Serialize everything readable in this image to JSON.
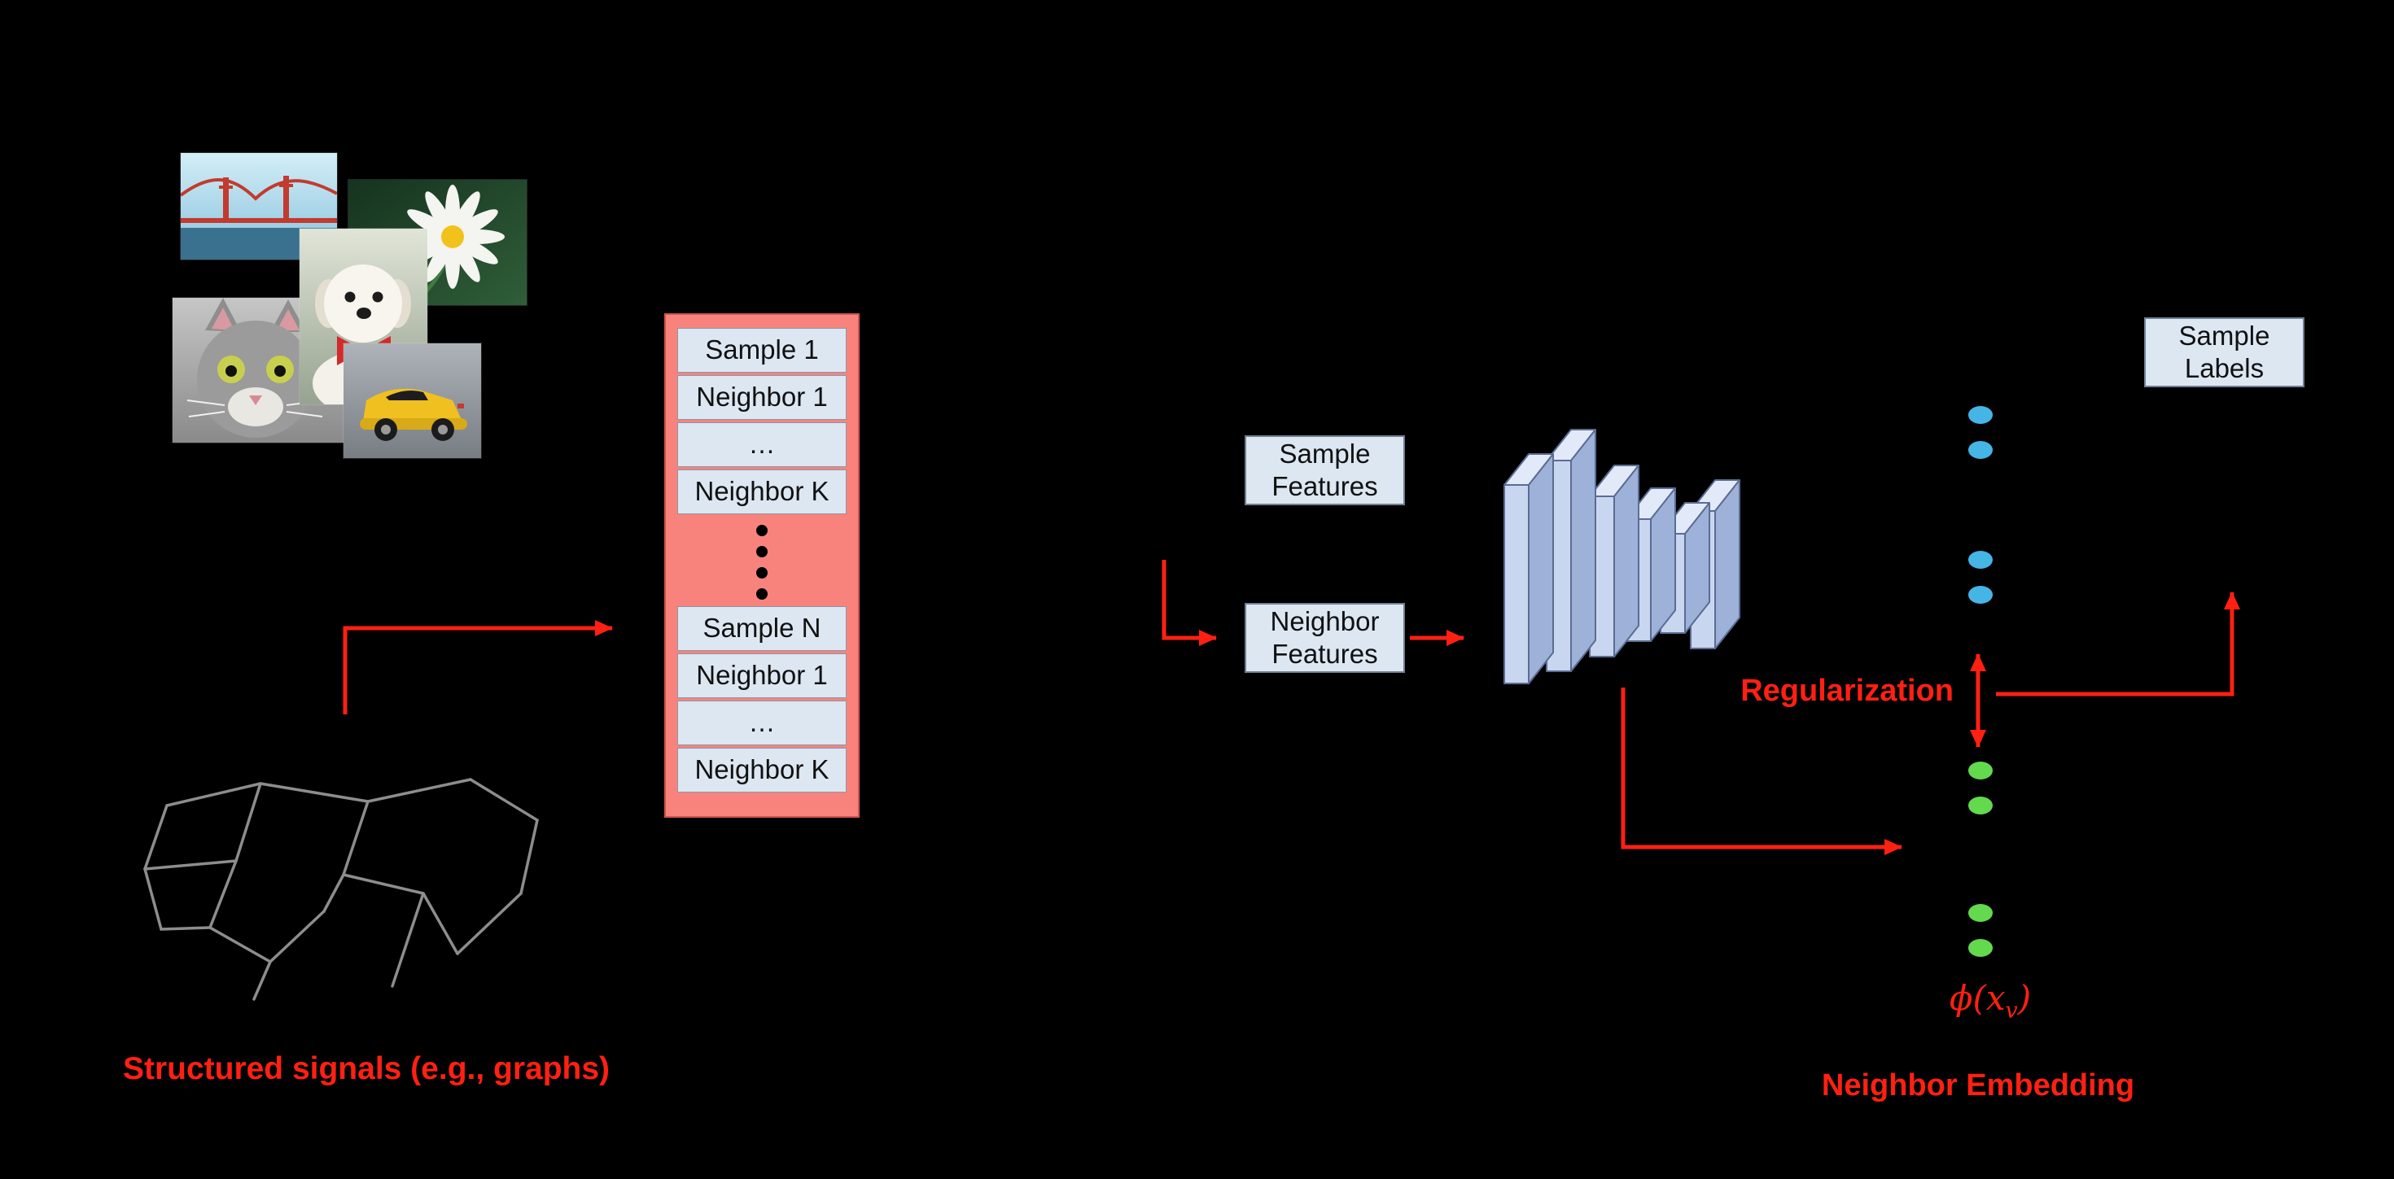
{
  "colors": {
    "background": "#000000",
    "accent_red": "#ff2012",
    "table_bg": "#f8837d",
    "cell_bg": "#dce7f2",
    "sample_embedding_dot": "#45b5e6",
    "neighbor_embedding_dot": "#63d94e",
    "nn_layer_front": "#c9d6f0",
    "graph_edge": "#8d8d8d"
  },
  "training_table": {
    "groups": [
      {
        "rows": [
          "Sample 1",
          "Neighbor 1",
          "…",
          "Neighbor K"
        ]
      },
      {
        "rows": [
          "Sample N",
          "Neighbor 1",
          "…",
          "Neighbor K"
        ]
      }
    ],
    "ellipsis": "⋮"
  },
  "boxes": {
    "sample_features": "Sample Features",
    "neighbor_features": "Neighbor Features",
    "sample_labels": "Sample Labels"
  },
  "labels": {
    "structured_signals": "Structured signals (e.g., graphs)",
    "regularization": "Regularization",
    "neighbor_embedding": "Neighbor Embedding",
    "phi_open": "ϕ(x",
    "phi_sub": "v",
    "phi_close": ")"
  }
}
